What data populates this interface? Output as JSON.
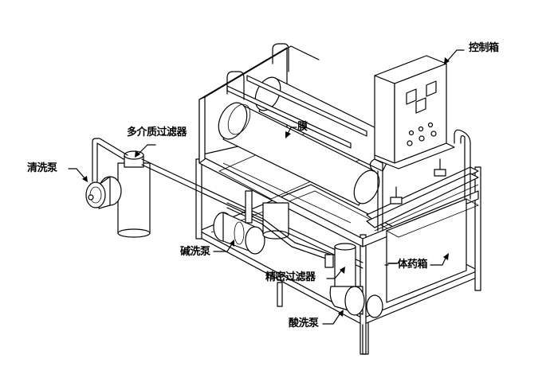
{
  "diagram": {
    "title": "",
    "type": "equipment-isometric-line-drawing",
    "labels": {
      "control_box": "控制箱",
      "multimedia_filter": "多介质过滤器",
      "cleaning_pump": "清洗泵",
      "membrane": "膜",
      "alkali_wash_pump": "碱洗泵",
      "integrated_tank": "一体药箱",
      "precision_filter": "精密过滤器",
      "acid_wash_pump": "酸洗泵"
    },
    "components": [
      {
        "id": "control_box",
        "label": "控制箱"
      },
      {
        "id": "membrane",
        "label": "膜"
      },
      {
        "id": "multimedia_filter",
        "label": "多介质过滤器"
      },
      {
        "id": "cleaning_pump",
        "label": "清洗泵"
      },
      {
        "id": "alkali_wash_pump",
        "label": "碱洗泵"
      },
      {
        "id": "precision_filter",
        "label": "精密过滤器"
      },
      {
        "id": "integrated_tank",
        "label": "一体药箱"
      },
      {
        "id": "acid_wash_pump",
        "label": "酸洗泵"
      }
    ],
    "line_color": "#000000",
    "background": "#ffffff"
  }
}
